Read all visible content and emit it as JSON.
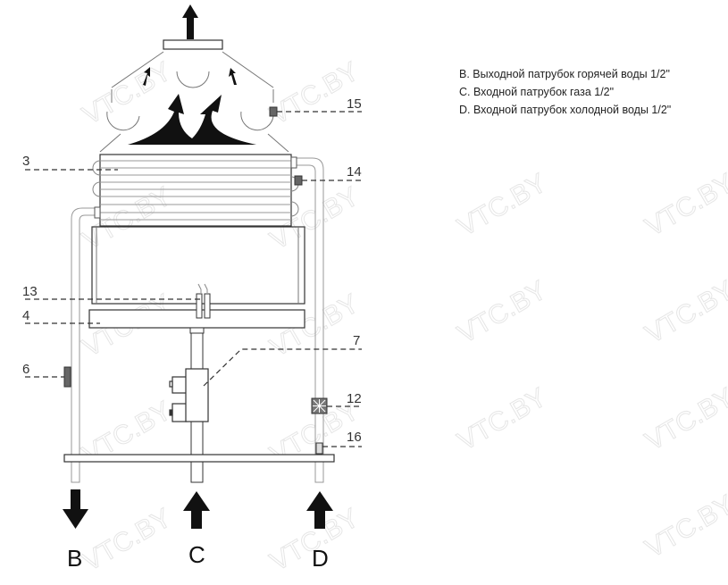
{
  "watermark": "VTC.BY",
  "labels": {
    "l3": "3",
    "l4": "4",
    "l6": "6",
    "l7": "7",
    "l12": "12",
    "l13": "13",
    "l14": "14",
    "l15": "15",
    "l16": "16"
  },
  "outlets": {
    "b": "B",
    "c": "C",
    "d": "D"
  },
  "legend": [
    "B. Выходной патрубок горячей воды 1/2\"",
    "C. Входной патрубок газа 1/2\"",
    "D. Входной патрубок холодной воды 1/2\""
  ]
}
